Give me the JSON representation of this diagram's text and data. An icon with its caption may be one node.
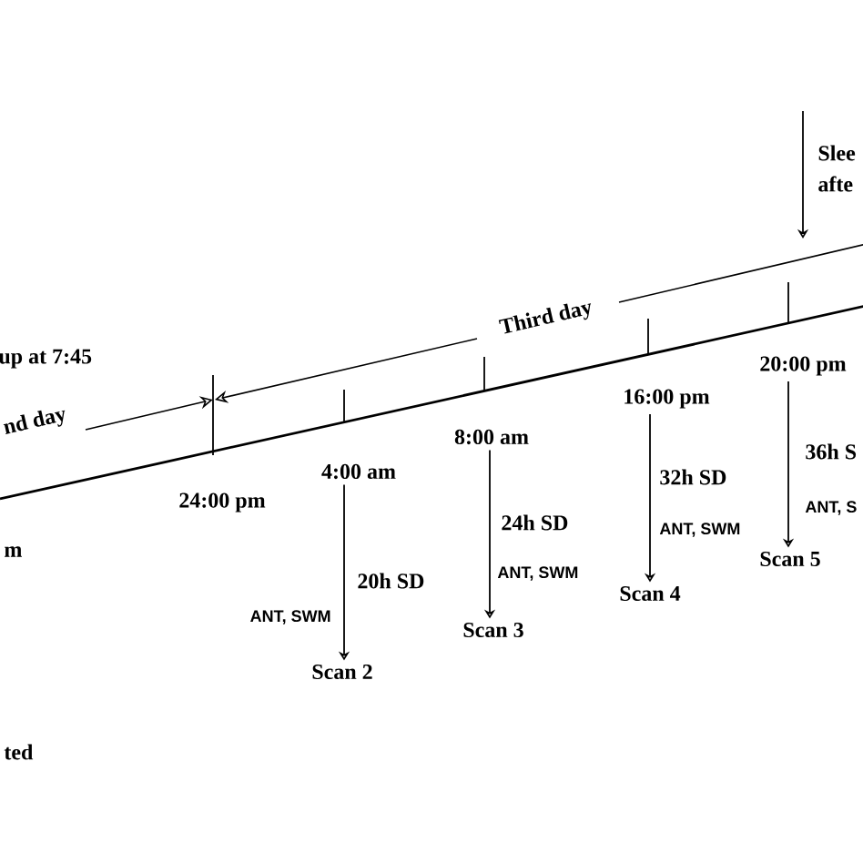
{
  "diagram": {
    "nodes": [
      {
        "text": [
          "24:00 pm"
        ]
      },
      {
        "text": [
          "4:00 am"
        ]
      },
      {
        "text": [
          "8:00 am"
        ]
      },
      {
        "text": [
          "16:00 pm"
        ]
      },
      {
        "text": [
          "20:00 pm"
        ]
      },
      {
        "text": [
          "Scan 2"
        ]
      },
      {
        "text": [
          "Scan 3"
        ]
      },
      {
        "text": [
          "Scan 4"
        ]
      },
      {
        "text": [
          "Scan 5"
        ]
      }
    ],
    "edges": [
      {
        "from": 1,
        "to": 5,
        "arrow": "to"
      },
      {
        "from": 2,
        "to": 6,
        "arrow": "to"
      },
      {
        "from": 3,
        "to": 7,
        "arrow": "to"
      },
      {
        "from": 4,
        "to": 8,
        "arrow": "to"
      }
    ],
    "labels": [
      "Slee",
      "afte",
      "Third day",
      "up at 7:45",
      "nd day",
      "m",
      "36h S",
      "ANT, S",
      "32h SD",
      "ANT, SWM",
      "24h SD",
      "ANT, SWM",
      "20h SD",
      "ANT, SWM",
      "ted"
    ]
  }
}
